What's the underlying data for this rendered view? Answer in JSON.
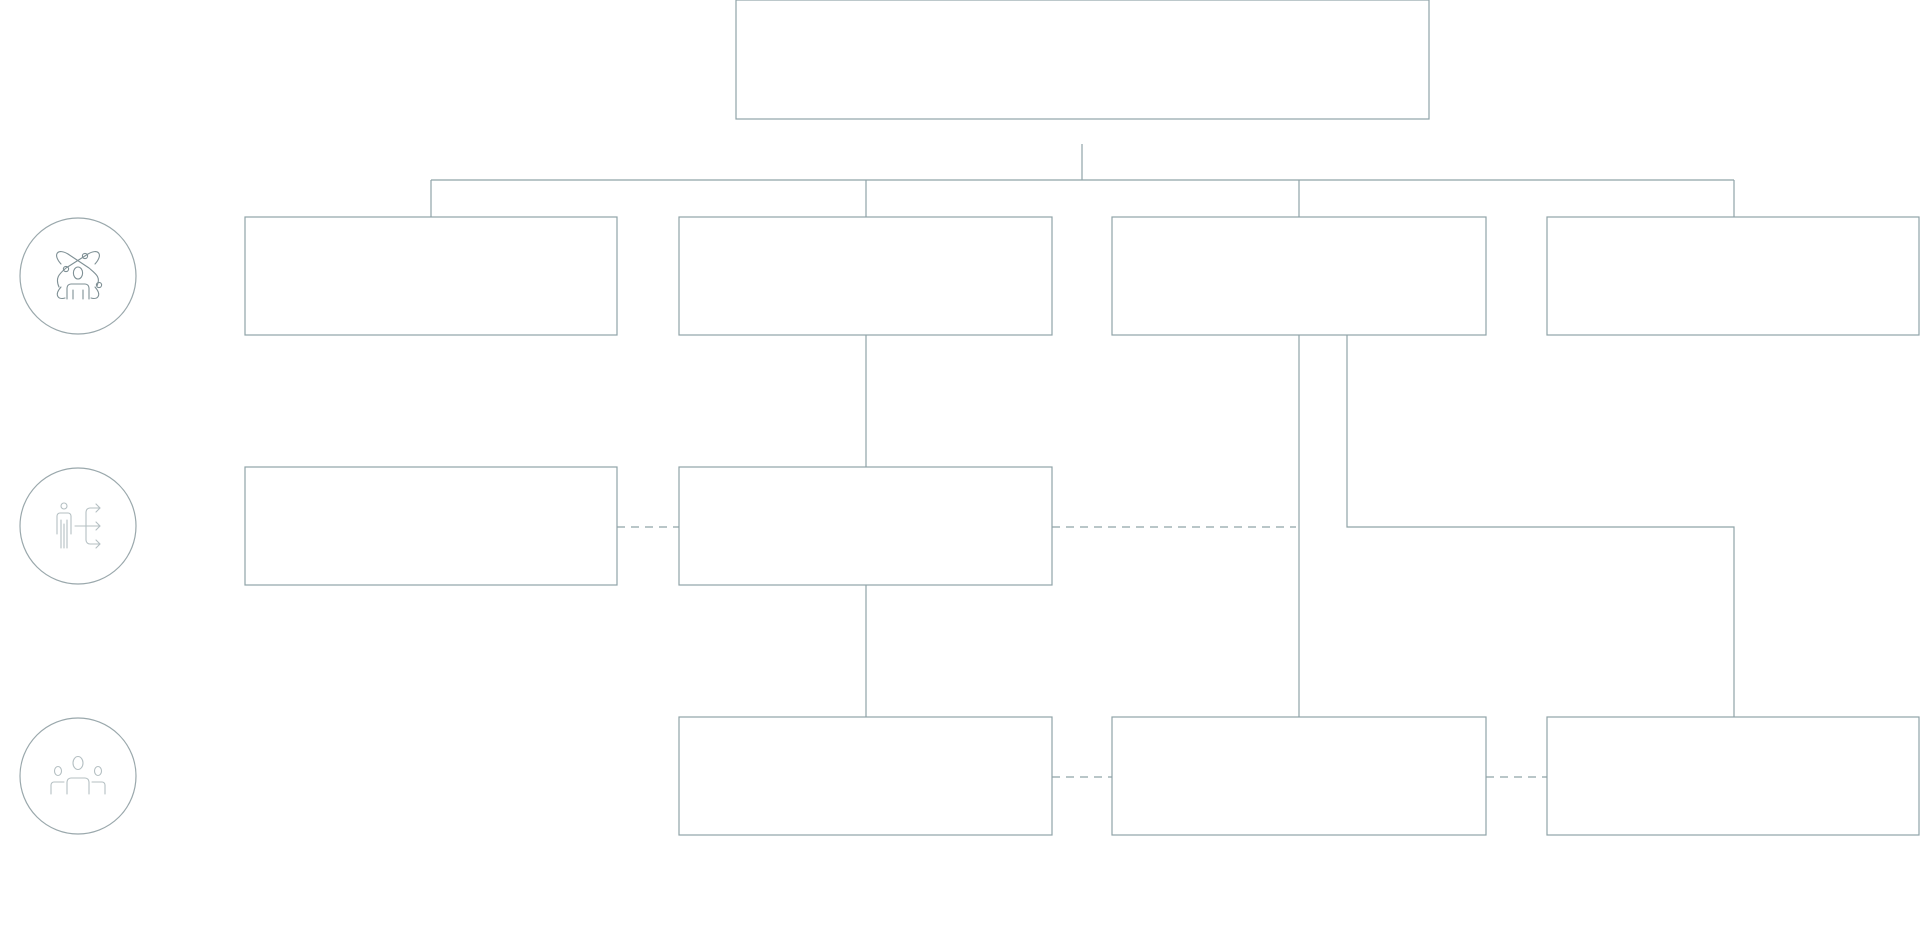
{
  "colors": {
    "line": "#8fa3a8",
    "icon_dark": "#7f9095",
    "icon_light": "#b4bfc2"
  },
  "legend": [
    {
      "icon": "science-person-icon",
      "level": "top"
    },
    {
      "icon": "person-branching-arrows-icon",
      "level": "middle"
    },
    {
      "icon": "group-people-icon",
      "level": "bottom"
    }
  ],
  "nodes": {
    "root": {
      "label": ""
    },
    "level1": [
      {
        "label": ""
      },
      {
        "label": ""
      },
      {
        "label": ""
      },
      {
        "label": ""
      }
    ],
    "level2": [
      {
        "label": ""
      },
      {
        "label": ""
      }
    ],
    "level3": [
      {
        "label": ""
      },
      {
        "label": ""
      },
      {
        "label": ""
      }
    ]
  }
}
